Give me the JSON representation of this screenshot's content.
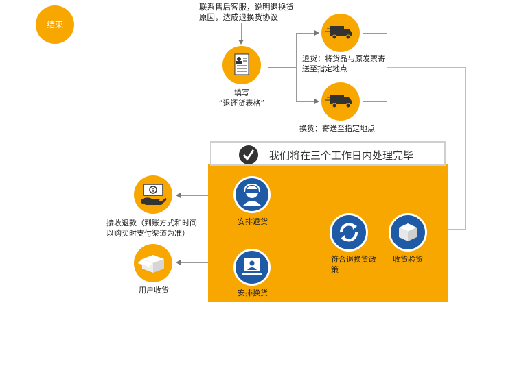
{
  "nodes": {
    "end": "结束",
    "contact": "联系售后客服，说明退换货原因，达成退换货协议",
    "fill_line1": "填写",
    "fill_line2": "“退还货表格”",
    "return": "退货：将货品与原发票寄送至指定地点",
    "exchange": "换货：寄送至指定地点",
    "banner": "我们将在三个工作日内处理完毕",
    "arrange_refund": "安排退货",
    "arrange_exchange": "安排换货",
    "policy": "符合退换货政策",
    "inspect": "收货验货",
    "receive_refund": "接收退款（到账方式和时间以购买时支付渠道为准）",
    "user_receive": "用户收货"
  },
  "colors": {
    "accent": "#f7a700",
    "blue": "#1f5aa6",
    "line": "#bdbdbd"
  },
  "icons": [
    "document-icon",
    "truck-icon",
    "checkmark-icon",
    "headset-user-icon",
    "monitor-user-icon",
    "refresh-icon",
    "box-icon",
    "money-hand-icon",
    "open-box-icon"
  ]
}
